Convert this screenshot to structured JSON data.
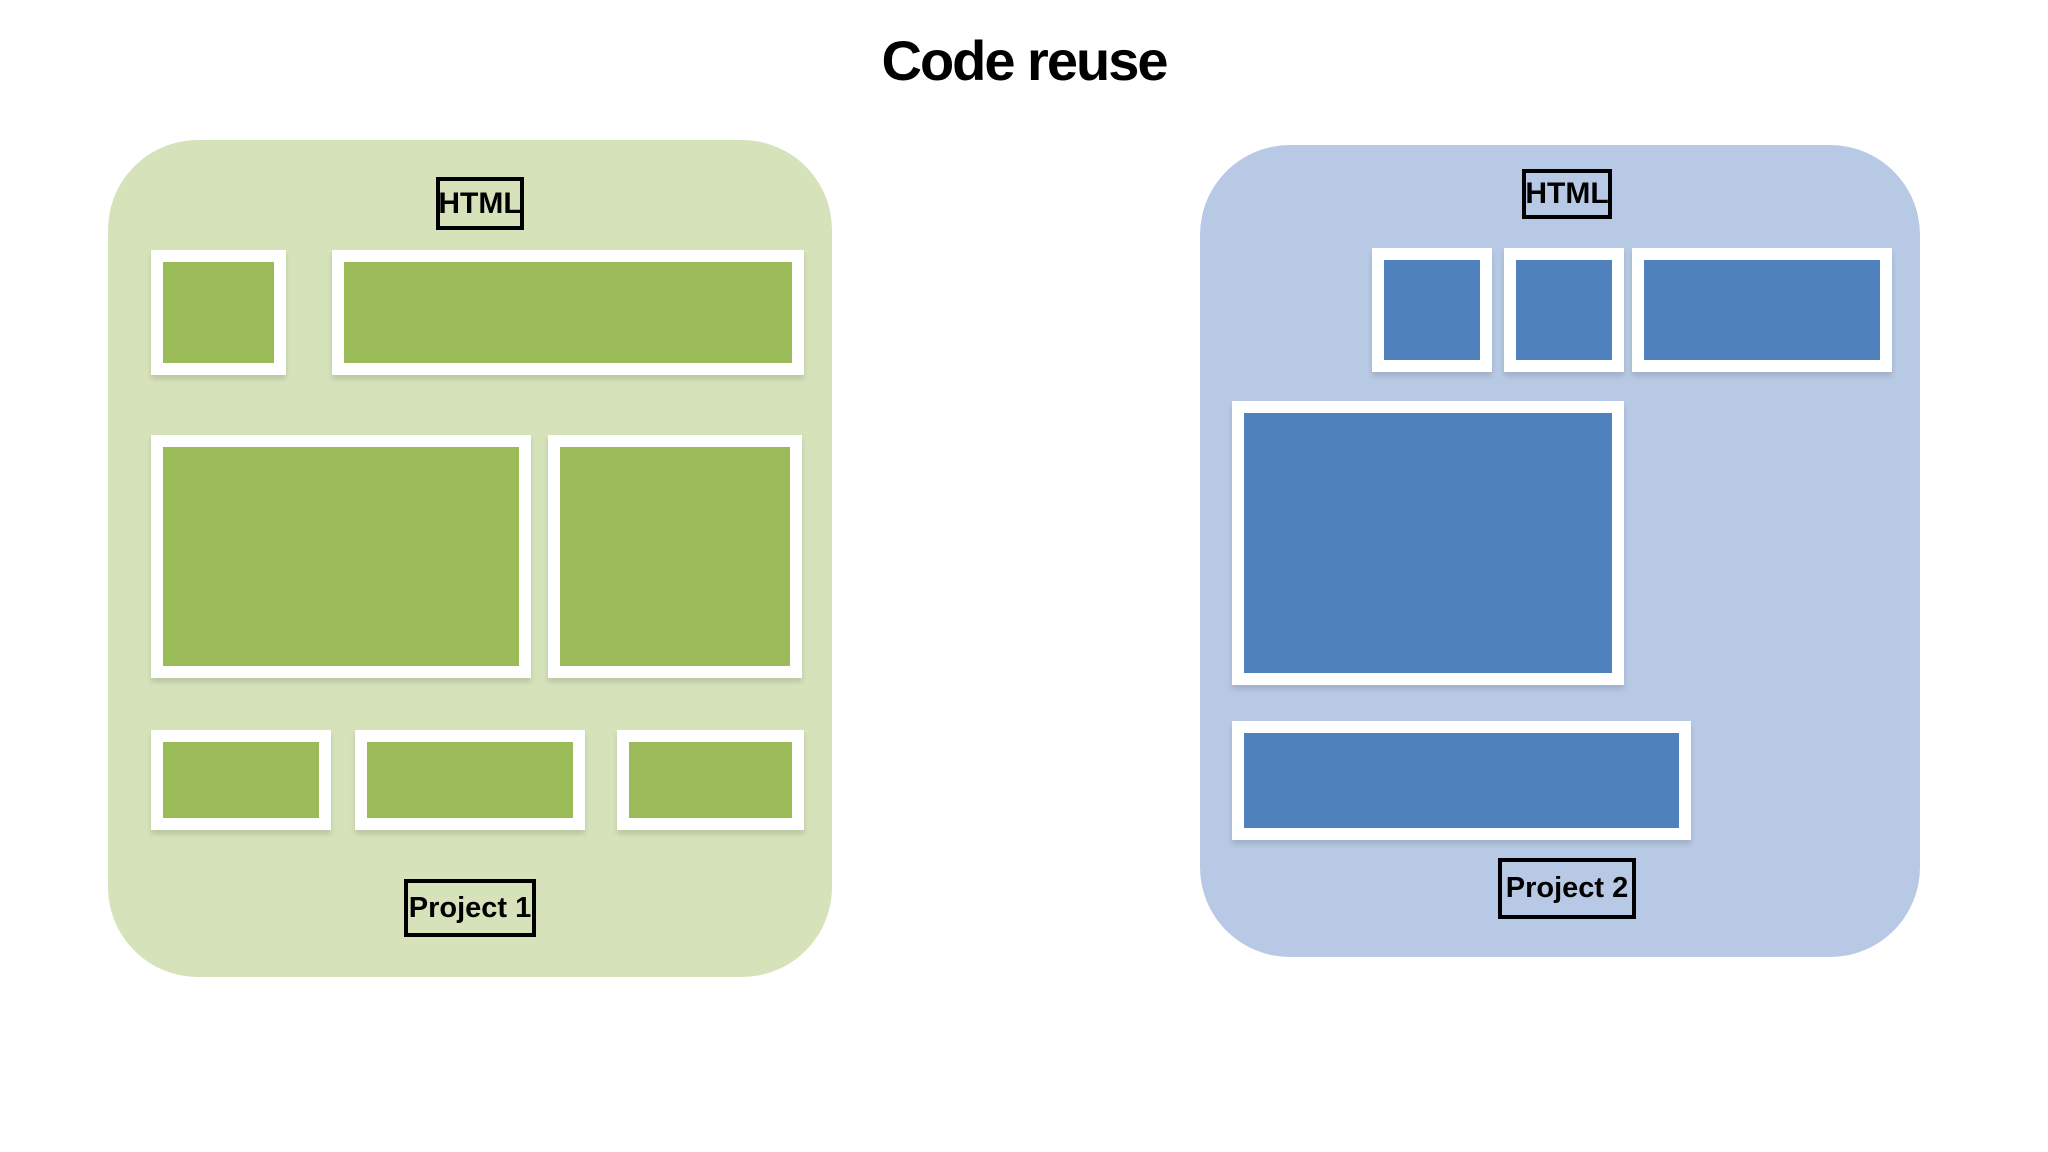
{
  "title": "Code reuse",
  "colors": {
    "page_bg": "#ffffff",
    "green_panel_bg": "#d6e2ba",
    "green_block": "#9bbb59",
    "blue_panel_bg": "#b7c9e4",
    "blue_block": "#4f81bd",
    "block_frame": "#ffffff",
    "label_border": "#000000",
    "label_text": "#000000"
  },
  "panels": [
    {
      "id": "project-1",
      "theme": "green",
      "html_label": "HTML",
      "name_label": "Project 1",
      "block_count": 7
    },
    {
      "id": "project-2",
      "theme": "blue",
      "html_label": "HTML",
      "name_label": "Project 2",
      "block_count": 5
    }
  ]
}
